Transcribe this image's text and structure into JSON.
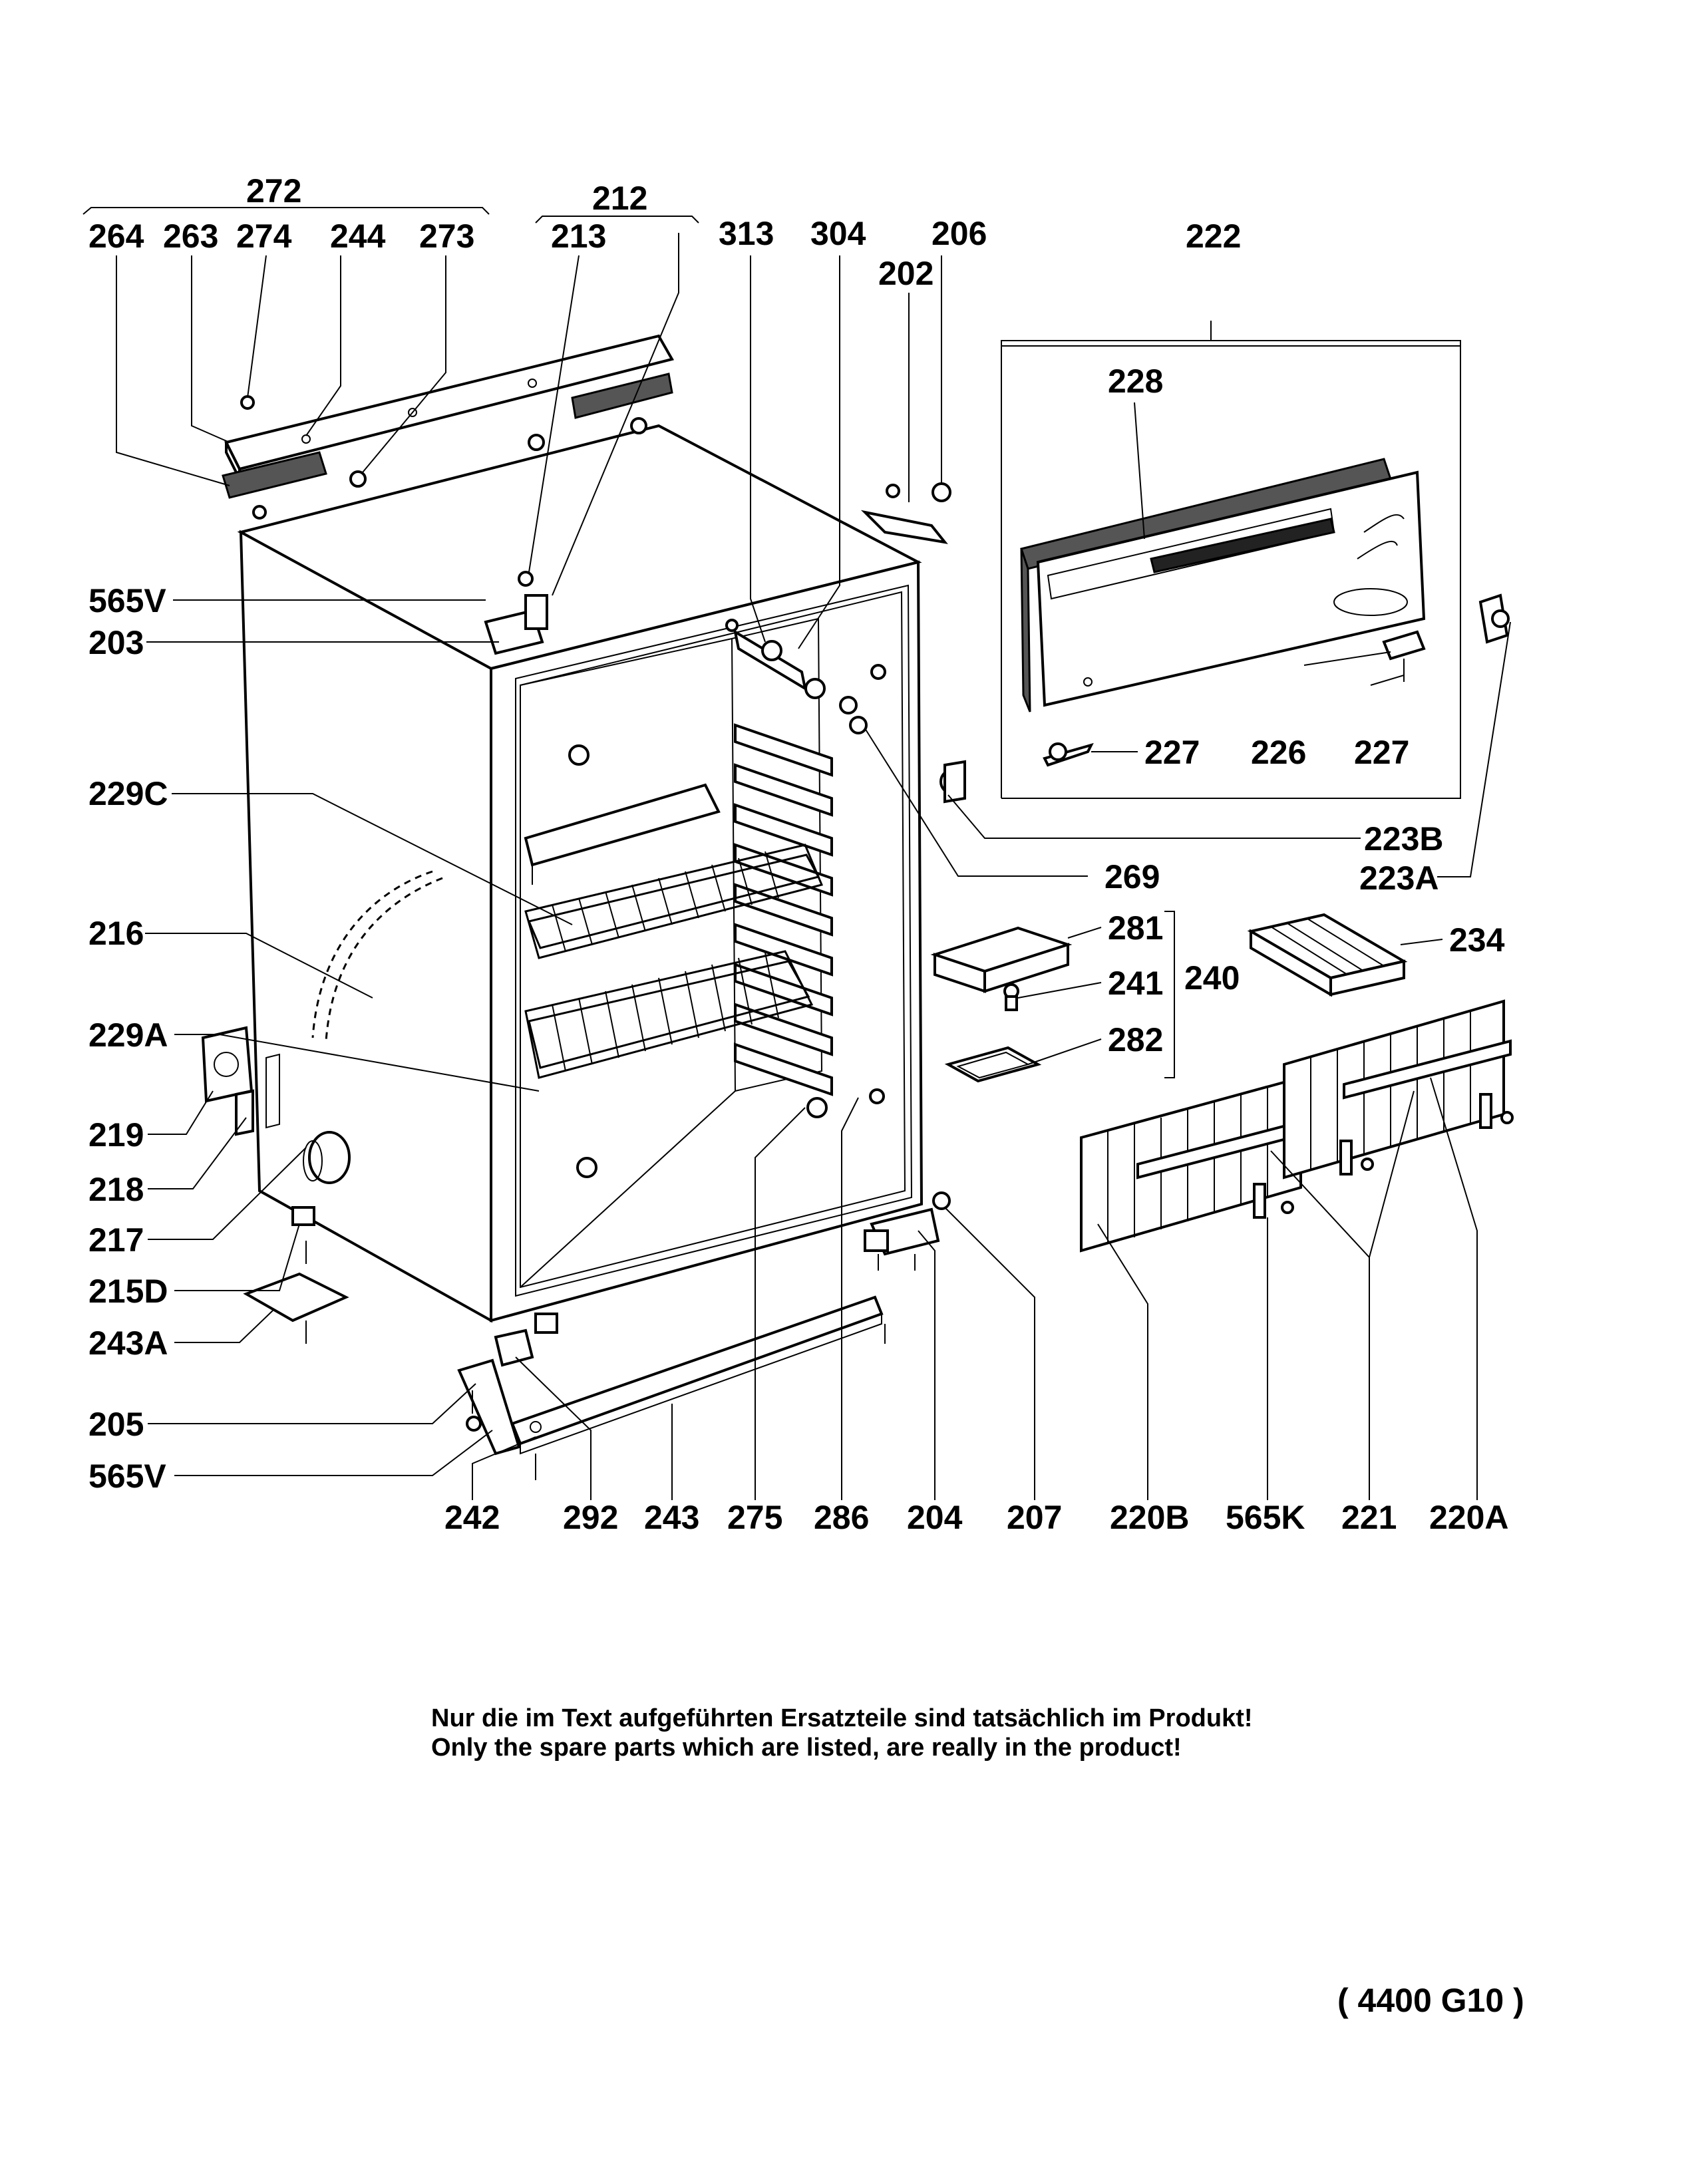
{
  "callouts": {
    "c272": "272",
    "c264": "264",
    "c263": "263",
    "c274": "274",
    "c244": "244",
    "c273": "273",
    "c212": "212",
    "c213": "213",
    "c313": "313",
    "c304": "304",
    "c206": "206",
    "c202": "202",
    "c222": "222",
    "c228": "228",
    "c565v_top": "565V",
    "c203": "203",
    "c227a": "227",
    "c226": "226",
    "c227b": "227",
    "c229c": "229C",
    "c223b": "223B",
    "c269": "269",
    "c223a": "223A",
    "c216": "216",
    "c281": "281",
    "c234": "234",
    "c241": "241",
    "c240": "240",
    "c229a": "229A",
    "c282": "282",
    "c219": "219",
    "c218": "218",
    "c217": "217",
    "c215d": "215D",
    "c243a": "243A",
    "c205": "205",
    "c565v_bot": "565V",
    "c242": "242",
    "c292": "292",
    "c243": "243",
    "c275": "275",
    "c286": "286",
    "c204": "204",
    "c207": "207",
    "c220b": "220B",
    "c565k": "565K",
    "c221": "221",
    "c220a": "220A"
  },
  "note": {
    "german": "Nur die im Text aufgeführten Ersatzteile sind tatsächlich im Produkt!",
    "english": "Only the spare parts which are listed, are really in the product!"
  },
  "document_id": "( 4400  G10 )"
}
